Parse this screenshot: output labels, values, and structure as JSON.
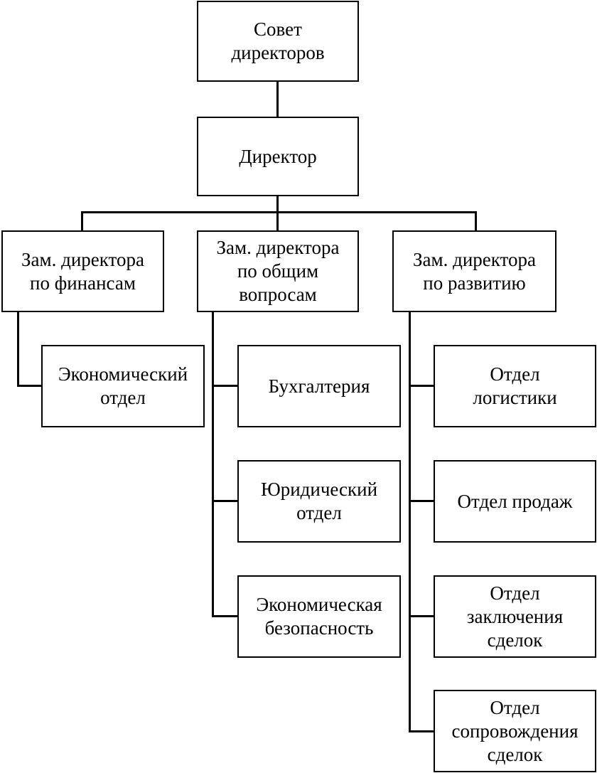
{
  "nodes": {
    "board": "Совет\nдиректоров",
    "director": "Директор",
    "deputy_finance": "Зам. директора\nпо финансам",
    "deputy_general": "Зам. директора\nпо общим\nвопросам",
    "deputy_development": "Зам. директора\nпо развитию",
    "economic_dept": "Экономический\nотдел",
    "accounting": "Бухгалтерия",
    "legal_dept": "Юридический\nотдел",
    "economic_security": "Экономическая\nбезопасность",
    "logistics_dept": "Отдел\nлогистики",
    "sales_dept": "Отдел продаж",
    "deals_conclusion_dept": "Отдел\nзаключения\nсделок",
    "deals_support_dept": "Отдел\nсопровождения\nсделок"
  }
}
